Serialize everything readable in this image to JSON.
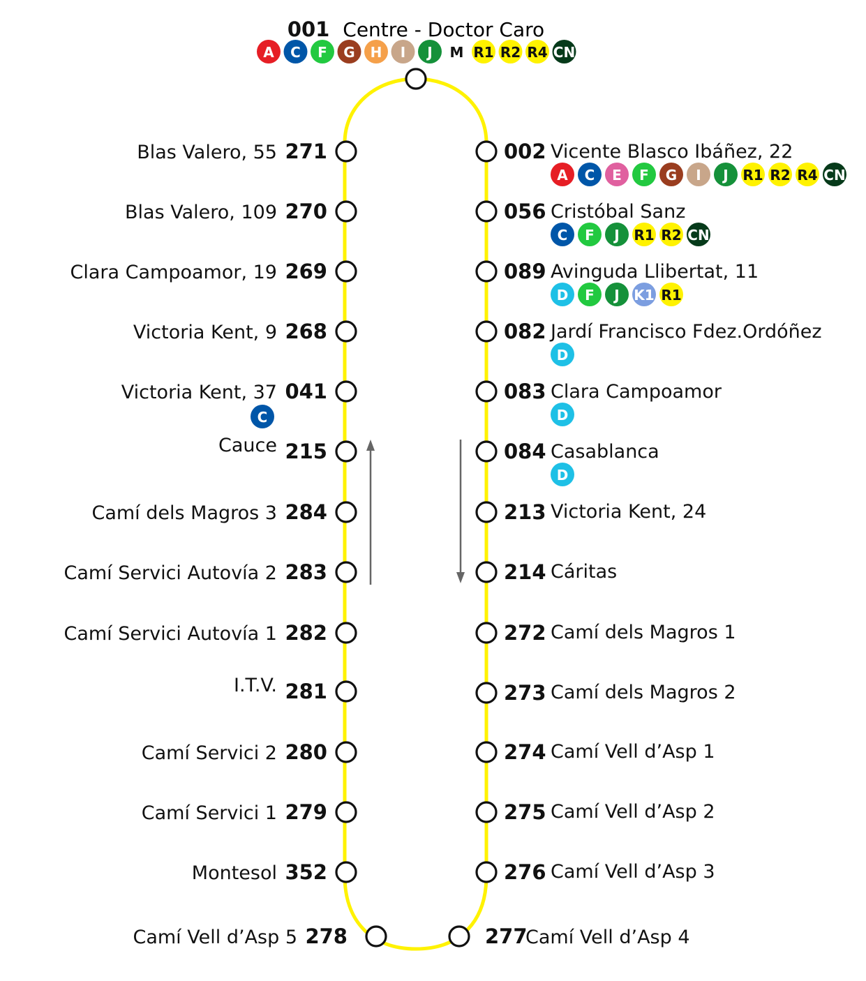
{
  "title": {
    "code": "001",
    "name": "Centre - Doctor Caro"
  },
  "colors": {
    "route_line": "#fff200",
    "A": "#e61e25",
    "C": "#0056a8",
    "D": "#1ec0e6",
    "E": "#e0609f",
    "F": "#22c940",
    "G": "#9a3d1f",
    "H": "#f5a04a",
    "I": "#c8a68a",
    "J": "#15913a",
    "K1": "#7c9ee0",
    "M": "#ffffff",
    "R": "#fff200",
    "CN": "#063a1a"
  },
  "terminus": {
    "code": "001",
    "name": "Centre - Doctor Caro",
    "lines": [
      "A",
      "C",
      "F",
      "G",
      "H",
      "I",
      "J",
      "M",
      "R1",
      "R2",
      "R4",
      "CN"
    ]
  },
  "left_stops": [
    {
      "code": "271",
      "name": "Blas Valero, 55",
      "lines": []
    },
    {
      "code": "270",
      "name": "Blas Valero, 109",
      "lines": []
    },
    {
      "code": "269",
      "name": "Clara Campoamor, 19",
      "lines": []
    },
    {
      "code": "268",
      "name": "Victoria Kent, 9",
      "lines": []
    },
    {
      "code": "041",
      "name": "Victoria Kent, 37",
      "lines": [
        "C"
      ]
    },
    {
      "code": "215",
      "name": "Cauce",
      "lines": []
    },
    {
      "code": "284",
      "name": "Camí dels Magros 3",
      "lines": []
    },
    {
      "code": "283",
      "name": "Camí Servici Autovía 2",
      "lines": []
    },
    {
      "code": "282",
      "name": "Camí Servici Autovía 1",
      "lines": []
    },
    {
      "code": "281",
      "name": "I.T.V.",
      "lines": []
    },
    {
      "code": "280",
      "name": "Camí Servici 2",
      "lines": []
    },
    {
      "code": "279",
      "name": "Camí Servici 1",
      "lines": []
    },
    {
      "code": "352",
      "name": "Montesol",
      "lines": []
    },
    {
      "code": "278",
      "name": "Camí Vell d’Asp 5",
      "lines": []
    }
  ],
  "right_stops": [
    {
      "code": "002",
      "name": "Vicente Blasco Ibáñez, 22",
      "lines": [
        "A",
        "C",
        "E",
        "F",
        "G",
        "I",
        "J",
        "R1",
        "R2",
        "R4",
        "CN"
      ]
    },
    {
      "code": "056",
      "name": "Cristóbal Sanz",
      "lines": [
        "C",
        "F",
        "J",
        "R1",
        "R2",
        "CN"
      ]
    },
    {
      "code": "089",
      "name": "Avinguda Llibertat, 11",
      "lines": [
        "D",
        "F",
        "J",
        "K1",
        "R1"
      ]
    },
    {
      "code": "082",
      "name": "Jardí Francisco Fdez.Ordóñez",
      "lines": [
        "D"
      ]
    },
    {
      "code": "083",
      "name": "Clara Campoamor",
      "lines": [
        "D"
      ]
    },
    {
      "code": "084",
      "name": "Casablanca",
      "lines": [
        "D"
      ]
    },
    {
      "code": "213",
      "name": "Victoria Kent, 24",
      "lines": []
    },
    {
      "code": "214",
      "name": "Cáritas",
      "lines": []
    },
    {
      "code": "272",
      "name": "Camí dels Magros 1",
      "lines": []
    },
    {
      "code": "273",
      "name": "Camí dels Magros 2",
      "lines": []
    },
    {
      "code": "274",
      "name": "Camí Vell d’Asp 1",
      "lines": []
    },
    {
      "code": "275",
      "name": "Camí Vell d’Asp 2",
      "lines": []
    },
    {
      "code": "276",
      "name": "Camí Vell d’Asp 3",
      "lines": []
    },
    {
      "code": "277",
      "name": "Camí Vell d’Asp 4",
      "lines": []
    }
  ]
}
